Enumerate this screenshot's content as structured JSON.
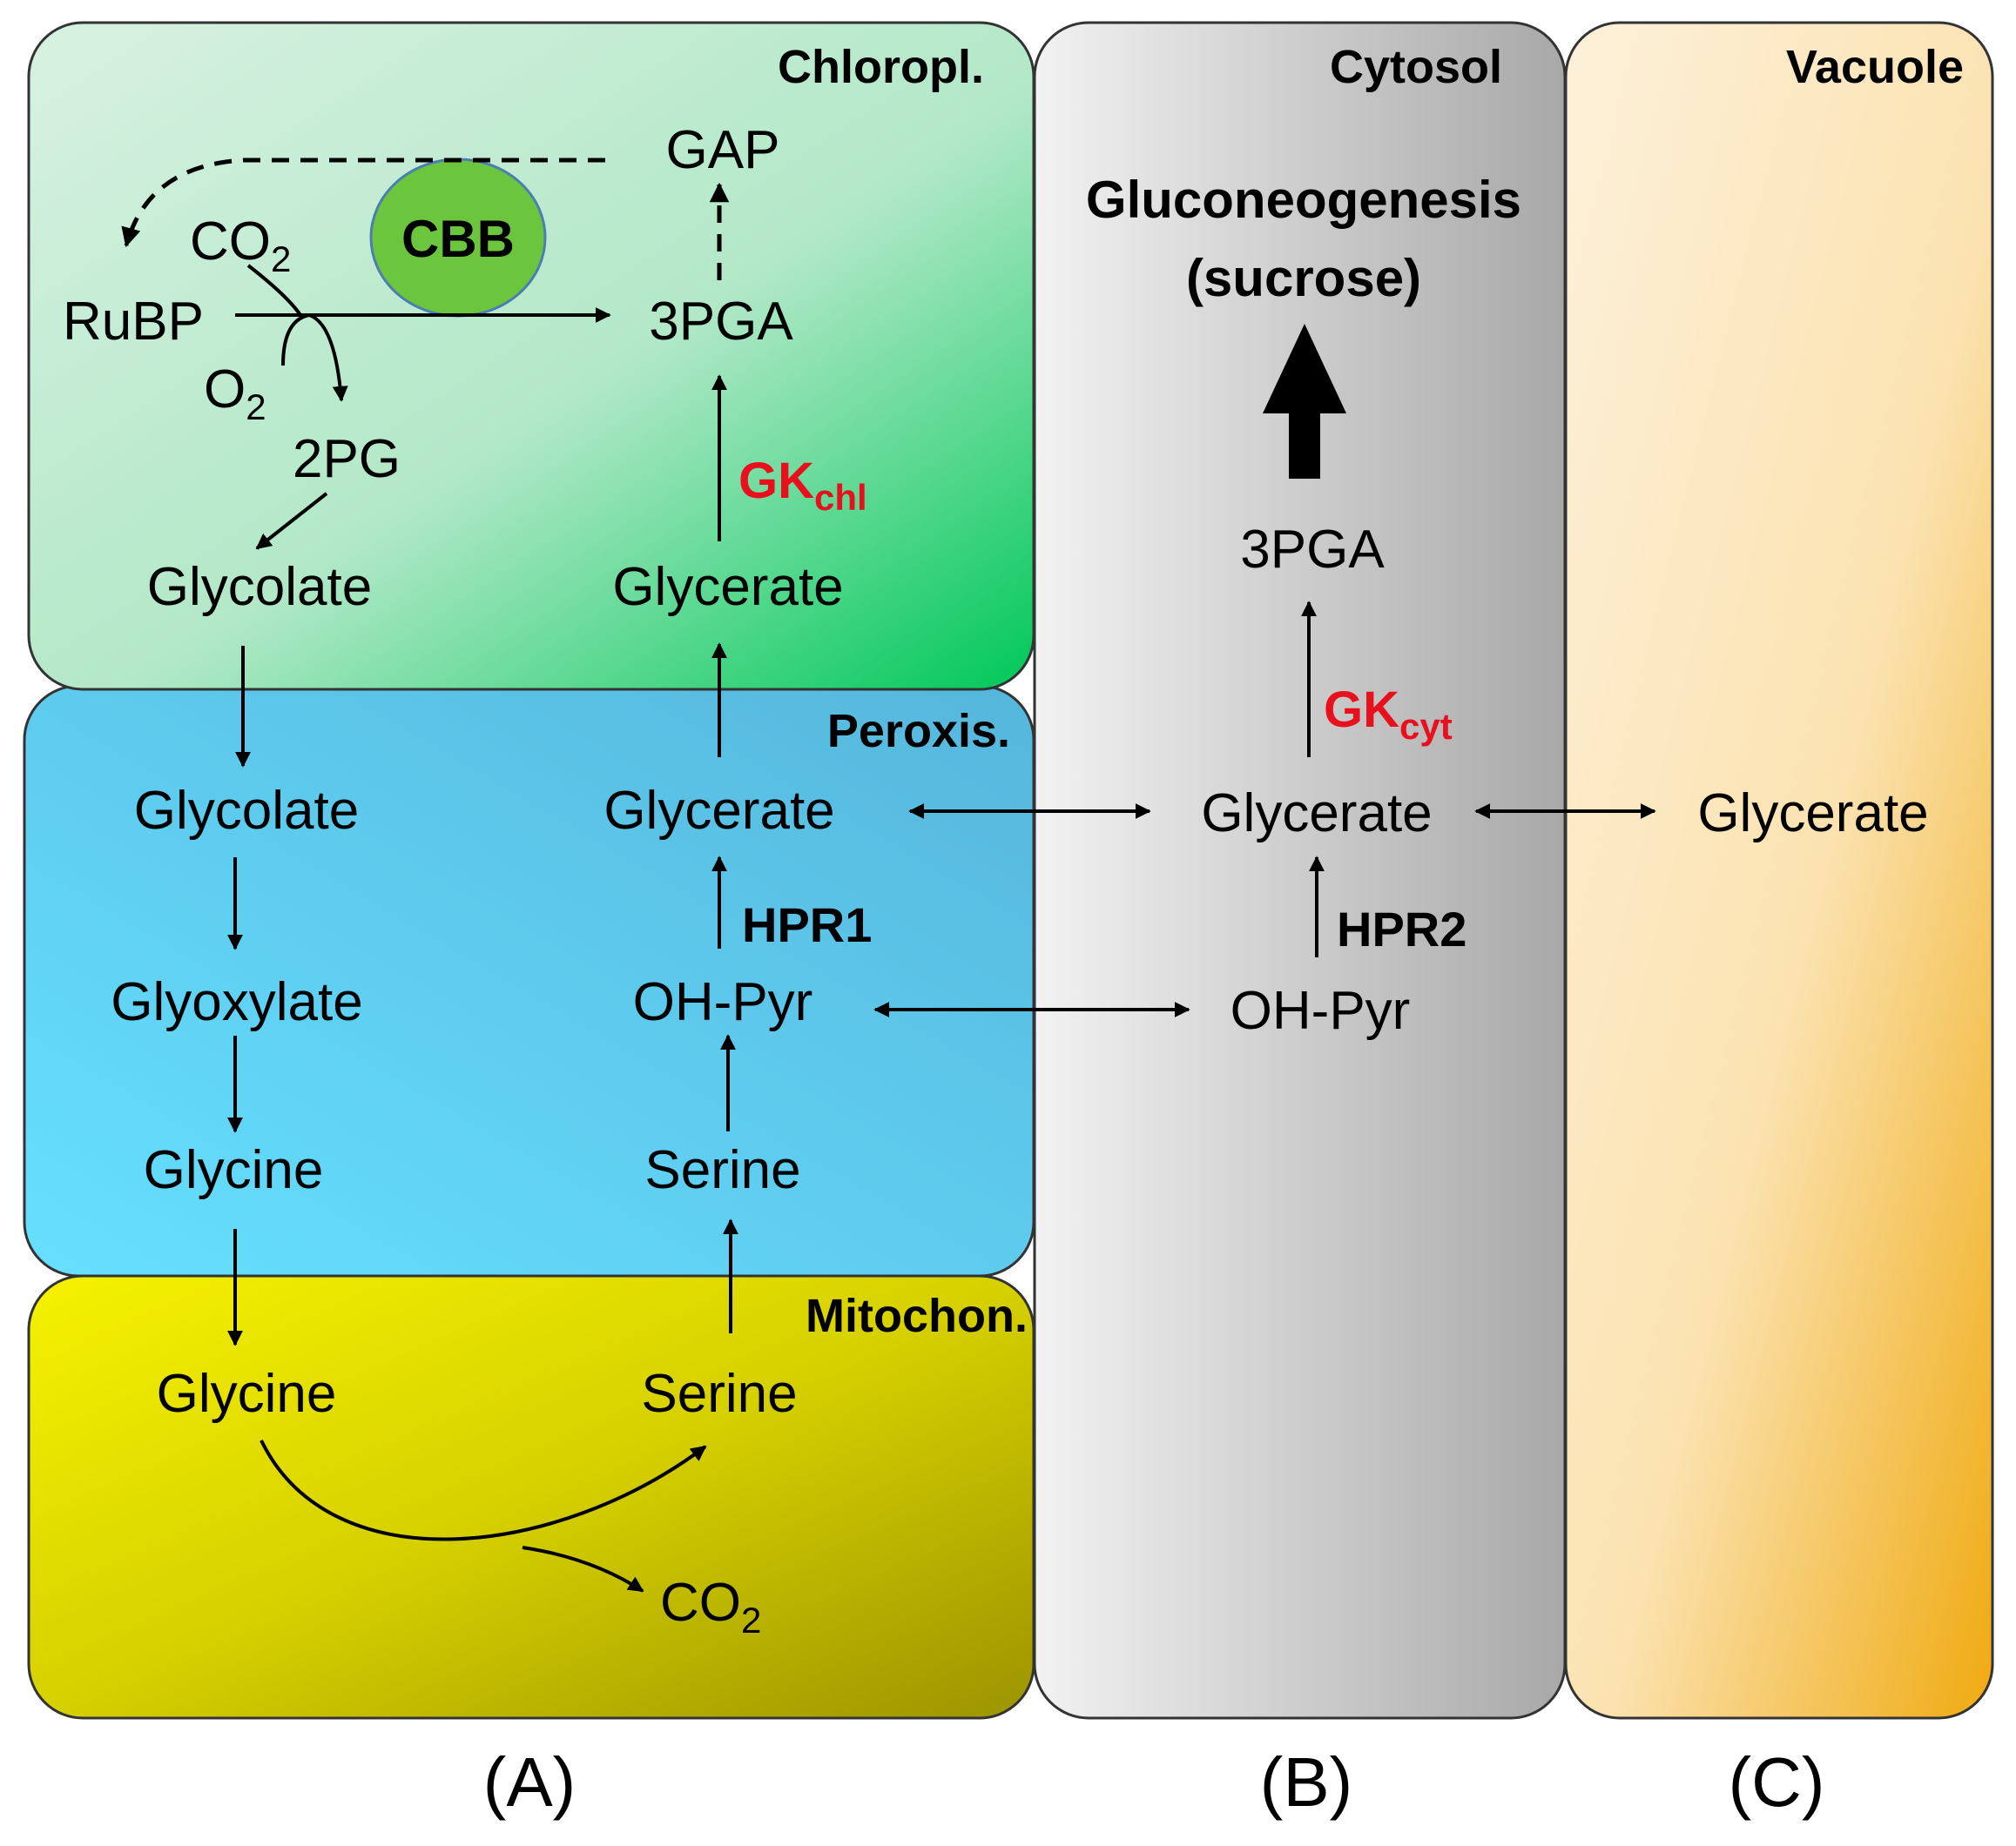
{
  "compartments": {
    "chloroplast": "Chloropl.",
    "peroxisome": "Peroxis.",
    "mitochondrion": "Mitochon.",
    "cytosol": "Cytosol",
    "vacuole": "Vacuole"
  },
  "chloroplast": {
    "gap": "GAP",
    "co2_base": "CO",
    "co2_sub": "2",
    "cbb": "CBB",
    "rubp": "RuBP",
    "pga": "3PGA",
    "o2_base": "O",
    "o2_sub": "2",
    "pg": "2PG",
    "glycolate": "Glycolate",
    "glycerate": "Glycerate",
    "gk_base": "GK",
    "gk_sub": "chl"
  },
  "peroxisome": {
    "glycolate": "Glycolate",
    "glycerate": "Glycerate",
    "hpr": "HPR1",
    "glyoxylate": "Glyoxylate",
    "ohpyr": "OH-Pyr",
    "glycine": "Glycine",
    "serine": "Serine"
  },
  "mitochondrion": {
    "glycine": "Glycine",
    "serine": "Serine",
    "co2_base": "CO",
    "co2_sub": "2"
  },
  "cytosol": {
    "gluconeogenesis": "Gluconeogenesis",
    "sucrose": "(sucrose)",
    "pga": "3PGA",
    "gk_base": "GK",
    "gk_sub": "cyt",
    "glycerate": "Glycerate",
    "hpr": "HPR2",
    "ohpyr": "OH-Pyr"
  },
  "vacuole": {
    "glycerate": "Glycerate"
  },
  "panels": [
    "(A)",
    "(B)",
    "(C)"
  ],
  "colors": {
    "gk_label": "#e8101c",
    "cbb_fill": "#6cc63d",
    "chloroplast": [
      "#d8f1e1",
      "#00c859"
    ],
    "peroxisome": [
      "#66e0ff",
      "#56b6dc"
    ],
    "mitochondrion": [
      "#f6f200",
      "#9c9400"
    ],
    "cytosol": [
      "#f2f2f2",
      "#a8a8a8"
    ],
    "vacuole": [
      "#fdf1da",
      "#efaa10"
    ]
  }
}
